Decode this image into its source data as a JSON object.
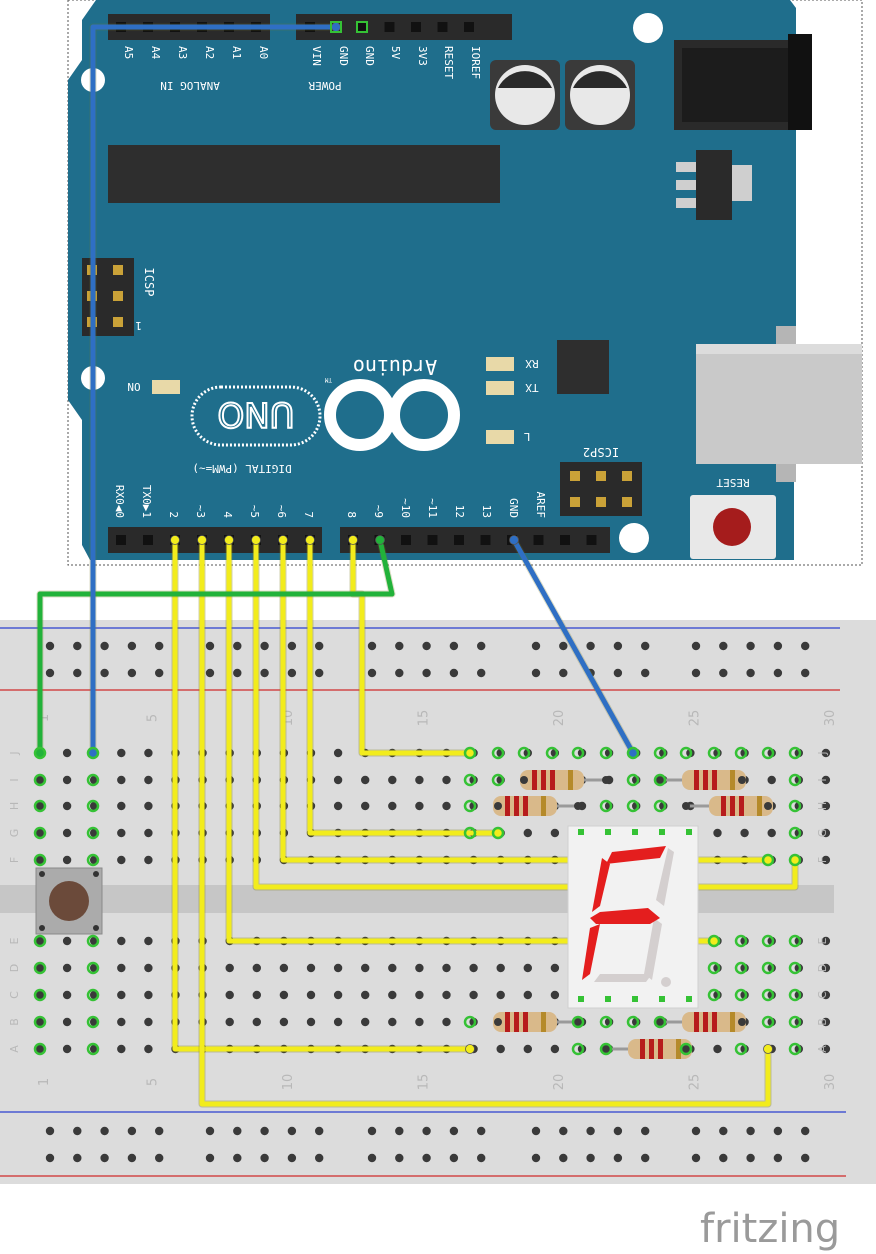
{
  "board": {
    "name": "Arduino",
    "model": "UNO",
    "tm": "TM",
    "power_label": "POWER",
    "analog_label": "ANALOG IN",
    "digital_label": "DIGITAL (PWM=~)",
    "icsp_label": "ICSP",
    "icsp2_label": "ICSP2",
    "icsp_pin1": "1",
    "reset_label": "RESET",
    "on_label": "ON",
    "rx_label": "RX",
    "tx_label": "TX",
    "l_label": "L",
    "power_pins": [
      "IOREF",
      "RESET",
      "3V3",
      "5V",
      "GND",
      "GND",
      "VIN"
    ],
    "analog_pins": [
      "A0",
      "A1",
      "A2",
      "A3",
      "A4",
      "A5"
    ],
    "digital_pins_low": [
      "RX0◀0",
      "TX0▶1",
      "2",
      "~3",
      "4",
      "~5",
      "~6",
      "7"
    ],
    "digital_pins_high": [
      "8",
      "~9",
      "~10",
      "~11",
      "12",
      "13",
      "GND",
      "AREF"
    ]
  },
  "breadboard": {
    "column_numbers": [
      "1",
      "5",
      "10",
      "15",
      "20",
      "25",
      "30"
    ],
    "rows_top": [
      "J",
      "I",
      "H",
      "G",
      "F"
    ],
    "rows_bottom": [
      "E",
      "D",
      "C",
      "B",
      "A"
    ]
  },
  "colors": {
    "board": "#1f6e8c",
    "wire_yellow": "#f2ec1c",
    "wire_green": "#22b23a",
    "wire_blue": "#2f6fc4",
    "segment_on": "#e41e1e",
    "segment_off": "#d4cfcf"
  },
  "brand": "fritzing"
}
